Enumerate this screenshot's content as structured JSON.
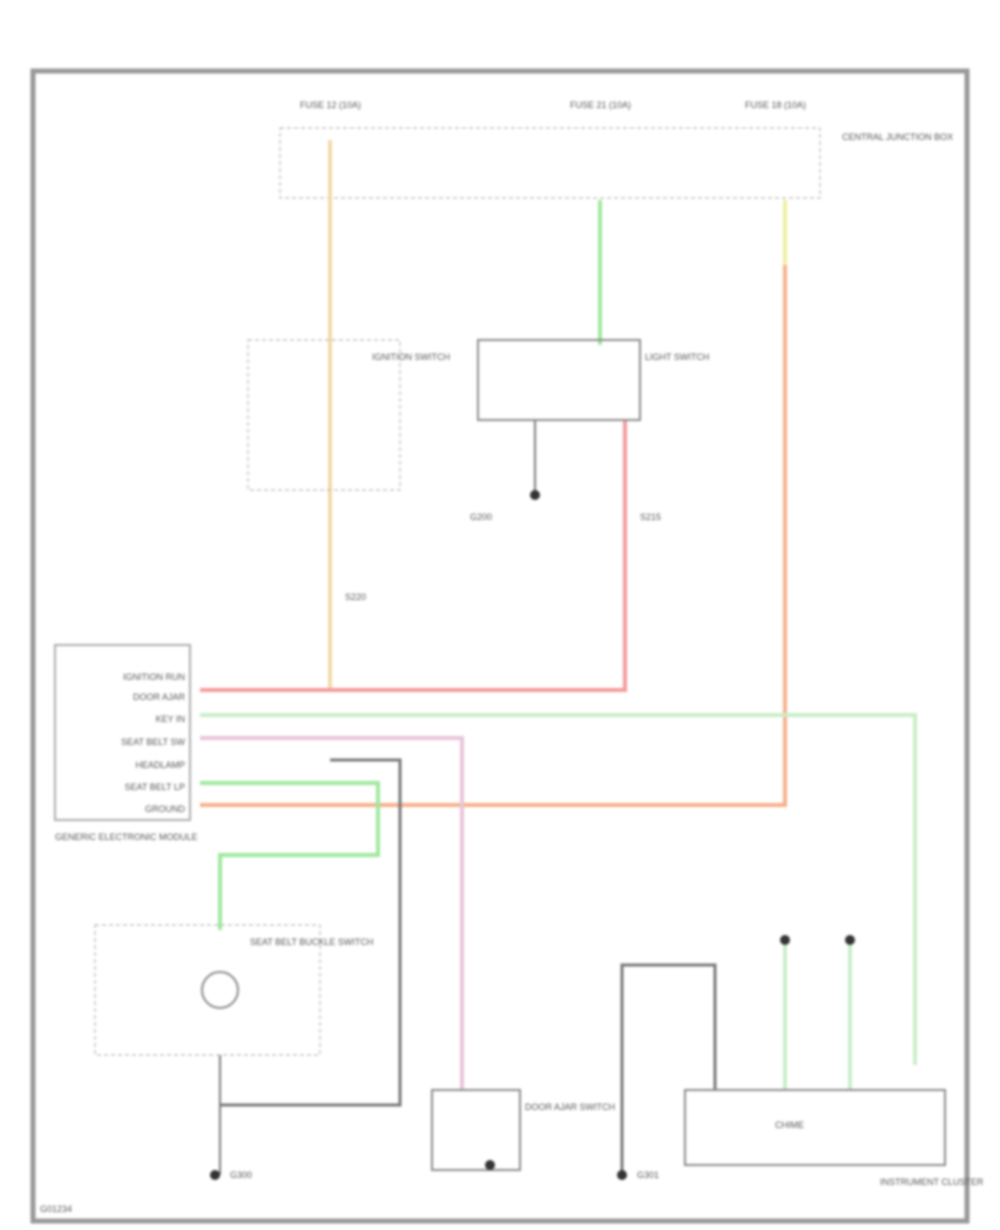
{
  "title": "Warning Chime Wiring Diagram",
  "colors": {
    "tan": "#f2d9a6",
    "green": "#9ee89e",
    "yellow": "#eef0a0",
    "red": "#f59a9a",
    "orange": "#f7b08a",
    "pink": "#e8c4d8",
    "gray": "#888888"
  },
  "top_labels": [
    "FUSE 12 (10A)",
    "FUSE 21 (10A)",
    "FUSE 18 (10A)"
  ],
  "junction_box": "CENTRAL JUNCTION BOX",
  "components": {
    "ignition_switch": "IGNITION SWITCH",
    "light_switch": "LIGHT SWITCH",
    "ground_1": "G200",
    "splice_1": "S215",
    "splice_2": "S220",
    "module": "GENERIC ELECTRONIC MODULE",
    "buckle_switch": "SEAT BELT BUCKLE SWITCH",
    "door_switch": "DOOR AJAR SWITCH",
    "instrument_cluster": "INSTRUMENT CLUSTER",
    "ground_2": "G300",
    "ground_3": "G301",
    "speaker": "CHIME"
  },
  "module_pins": [
    "IGNITION RUN",
    "DOOR AJAR",
    "KEY IN",
    "SEAT BELT SW",
    "HEADLAMP",
    "SEAT BELT LP",
    "GROUND"
  ],
  "footer_code": "G01234"
}
